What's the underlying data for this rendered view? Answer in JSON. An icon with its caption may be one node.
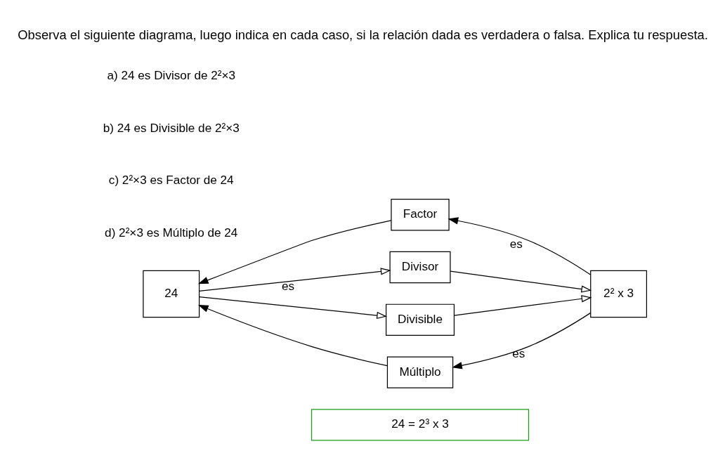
{
  "diagram": {
    "title": "Observa el siguiente diagrama, luego indica en cada caso, si la relación dada es verdadera o falsa. Explica tu respuesta.",
    "nodes": [
      {
        "text": [
          "24 = 2³ x 3"
        ]
      },
      {
        "text": [
          "Factor"
        ]
      },
      {
        "text": [
          "24"
        ]
      },
      {
        "text": [
          "Divisor"
        ]
      },
      {
        "text": [
          "2² x 3"
        ]
      },
      {
        "text": [
          "Divisible"
        ]
      },
      {
        "text": [
          "Múltiplo"
        ]
      }
    ],
    "edges": [
      {
        "from": 4,
        "to": 1,
        "arrow": "to",
        "label": "es"
      },
      {
        "from": 1,
        "to": 2,
        "arrow": "to"
      },
      {
        "from": 2,
        "to": 3,
        "arrow": "to",
        "label": "es"
      },
      {
        "from": 3,
        "to": 4,
        "arrow": "to"
      },
      {
        "from": 2,
        "to": 5,
        "arrow": "to"
      },
      {
        "from": 5,
        "to": 4,
        "arrow": "to"
      },
      {
        "from": 4,
        "to": 6,
        "arrow": "to",
        "label": "es"
      },
      {
        "from": 6,
        "to": 2,
        "arrow": "to"
      }
    ],
    "labels": [
      "a) 24 es Divisor de 2²×3",
      "b) 24 es Divisible de 2²×3",
      "c) 2²×3 es Factor de 24",
      "d) 2²×3 es Múltiplo de 24"
    ]
  }
}
